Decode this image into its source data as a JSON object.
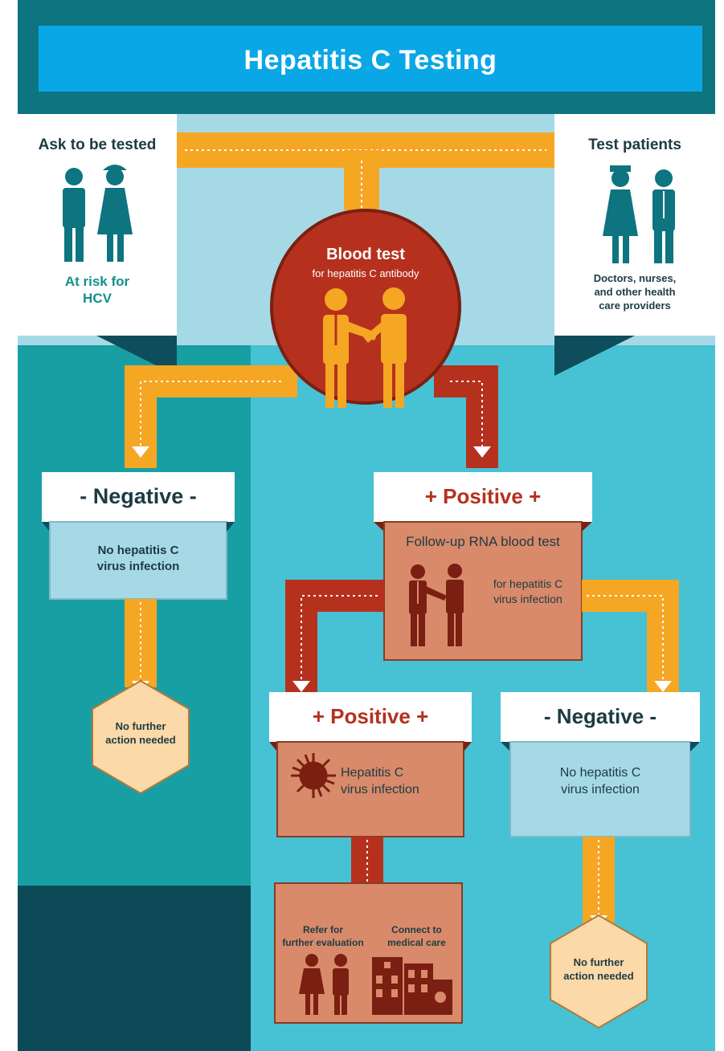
{
  "title": "Hepatitis C Testing",
  "left_panel": {
    "heading": "Ask to be tested",
    "caption_line1": "At risk for",
    "caption_line2": "HCV"
  },
  "right_panel": {
    "heading": "Test patients",
    "caption_line1": "Doctors, nurses,",
    "caption_line2": "and other health",
    "caption_line3": "care providers"
  },
  "blood_test": {
    "title": "Blood test",
    "subtitle": "for hepatitis C antibody"
  },
  "first_negative": {
    "label": "- Negative -",
    "text_line1": "No hepatitis C",
    "text_line2": "virus infection",
    "end_line1": "No further",
    "end_line2": "action needed"
  },
  "first_positive": {
    "label": "+ Positive +",
    "followup_title": "Follow-up RNA blood test",
    "followup_line1": "for hepatitis C",
    "followup_line2": "virus infection"
  },
  "second_positive": {
    "label": "+ Positive +",
    "text_line1": "Hepatitis C",
    "text_line2": "virus infection",
    "refer_line1": "Refer for",
    "refer_line2": "further evaluation",
    "connect_line1": "Connect to",
    "connect_line2": "medical care"
  },
  "second_negative": {
    "label": "- Negative -",
    "text_line1": "No hepatitis C",
    "text_line2": "virus infection",
    "end_line1": "No further",
    "end_line2": "action needed"
  },
  "colors": {
    "banner_dark": "#0d7480",
    "banner_light": "#0aa7e6",
    "light_blue": "#a6d9e6",
    "teal_left": "#189fa4",
    "teal_right": "#47c1d4",
    "orange": "#f5a623",
    "dark_red": "#b5311e",
    "salmon": "#d98a6a",
    "peach": "#fbd9a8",
    "dark_bottom": "#0c4a58"
  }
}
